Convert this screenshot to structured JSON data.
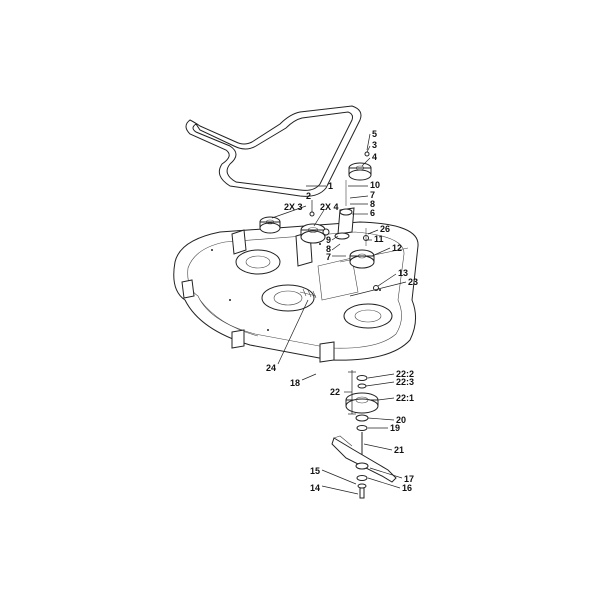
{
  "callouts": [
    {
      "id": "c1",
      "text": "1"
    },
    {
      "id": "c2",
      "text": "2"
    },
    {
      "id": "c2x3",
      "text": "2X 3"
    },
    {
      "id": "c2x4",
      "text": "2X 4"
    },
    {
      "id": "c3",
      "text": "3"
    },
    {
      "id": "c4",
      "text": "4"
    },
    {
      "id": "c5",
      "text": "5"
    },
    {
      "id": "c6",
      "text": "6"
    },
    {
      "id": "c7a",
      "text": "7"
    },
    {
      "id": "c7b",
      "text": "7"
    },
    {
      "id": "c8a",
      "text": "8"
    },
    {
      "id": "c8b",
      "text": "8"
    },
    {
      "id": "c9",
      "text": "9"
    },
    {
      "id": "c10",
      "text": "10"
    },
    {
      "id": "c11",
      "text": "11"
    },
    {
      "id": "c12",
      "text": "12"
    },
    {
      "id": "c13",
      "text": "13"
    },
    {
      "id": "c14",
      "text": "14"
    },
    {
      "id": "c15",
      "text": "15"
    },
    {
      "id": "c16",
      "text": "16"
    },
    {
      "id": "c17",
      "text": "17"
    },
    {
      "id": "c18",
      "text": "18"
    },
    {
      "id": "c19",
      "text": "19"
    },
    {
      "id": "c20",
      "text": "20"
    },
    {
      "id": "c21",
      "text": "21"
    },
    {
      "id": "c22",
      "text": "22"
    },
    {
      "id": "c22_1",
      "text": "22:1"
    },
    {
      "id": "c22_2",
      "text": "22:2"
    },
    {
      "id": "c22_3",
      "text": "22:3"
    },
    {
      "id": "c23",
      "text": "23"
    },
    {
      "id": "c24",
      "text": "24"
    },
    {
      "id": "c26",
      "text": "26"
    }
  ]
}
